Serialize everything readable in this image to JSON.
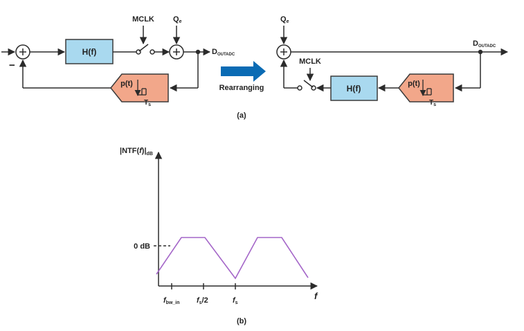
{
  "colors": {
    "line": "#2b2b2b",
    "filter_fill": "#a9d9ef",
    "filter_stroke": "#3a3a3a",
    "pulse_fill": "#f2a78a",
    "pulse_stroke": "#3a3a3a",
    "arrow_fill": "#0a6bb4",
    "curve": "#a466c8"
  },
  "diagram_a": {
    "left": {
      "filter_label": "H(f)",
      "pulse_label": "p(t)",
      "pulse_ts_main": "T",
      "pulse_ts_sub": "s",
      "mclk_label": "MCLK",
      "qe_main": "Q",
      "qe_sub": "e",
      "output_main": "D",
      "output_sub": "OUTADC",
      "minus_sign": "−"
    },
    "arrow_label": "Rearranging",
    "right": {
      "filter_label": "H(f)",
      "pulse_label": "p(t)",
      "pulse_ts_main": "T",
      "pulse_ts_sub": "s",
      "mclk_label": "MCLK",
      "qe_main": "Q",
      "qe_sub": "e",
      "output_main": "D",
      "output_sub": "OUTADC"
    },
    "caption": "(a)"
  },
  "diagram_b": {
    "ylabel_prefix": "|NTF(",
    "ylabel_f": "f",
    "ylabel_suffix": ")|",
    "ylabel_sub": "dB",
    "y_tick_label": "0 dB",
    "xaxis_label": "f",
    "ticks": [
      {
        "main": "f",
        "sub": "bw_in",
        "tail": ""
      },
      {
        "main": "f",
        "sub": "s",
        "tail": "/2"
      },
      {
        "main": "f",
        "sub": "s",
        "tail": ""
      }
    ],
    "caption": "(b)"
  }
}
